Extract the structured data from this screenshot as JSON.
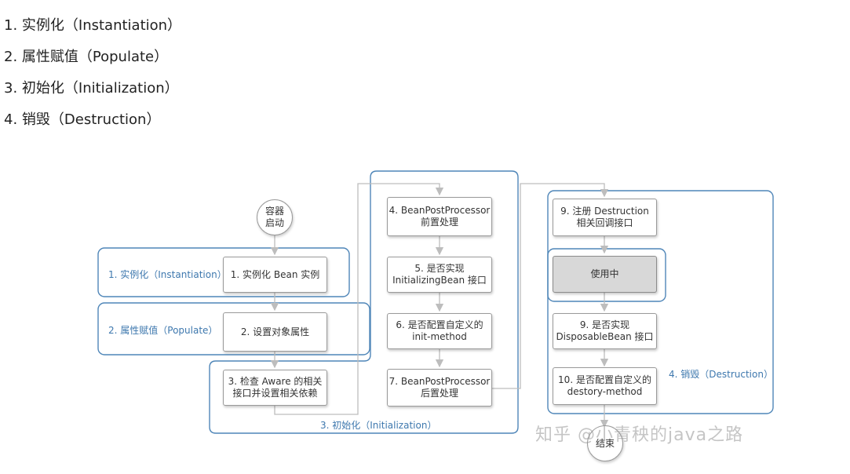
{
  "list_items": [
    "1. 实例化（Instantiation）",
    "2. 属性赋值（Populate）",
    "3. 初始化（Initialization）",
    "4. 销毁（Destruction）"
  ],
  "diagram": {
    "start": "容器\n启动",
    "end": "结束",
    "groups": {
      "instantiation": "1. 实例化（Instantiation）",
      "populate": "2. 属性赋值（Populate）",
      "initialization": "3. 初始化（Initialization）",
      "destruction": "4. 销毁（Destruction）"
    },
    "steps": {
      "instantiate_bean": "1. 实例化 Bean 实例",
      "set_properties": "2. 设置对象属性",
      "check_aware": "3. 检查 Aware 的相关\n接口并设置相关依赖",
      "bpp_before": "4. BeanPostProcessor\n前置处理",
      "initializing_bean": "5. 是否实现\nInitializingBean 接口",
      "init_method": "6. 是否配置自定义的\ninit-method",
      "bpp_after": "7. BeanPostProcessor\n后置处理",
      "register_destruction": "9. 注册 Destruction\n相关回调接口",
      "in_use": "使用中",
      "disposable_bean": "9. 是否实现\nDisposableBean 接口",
      "destroy_method": "10. 是否配置自定义的\ndestory-method"
    },
    "watermark": "知乎 @小青秧的java之路",
    "colors": {
      "group_border": "#4f86b8",
      "arrow": "#b5b5b5",
      "label": "#3e78ae"
    }
  }
}
